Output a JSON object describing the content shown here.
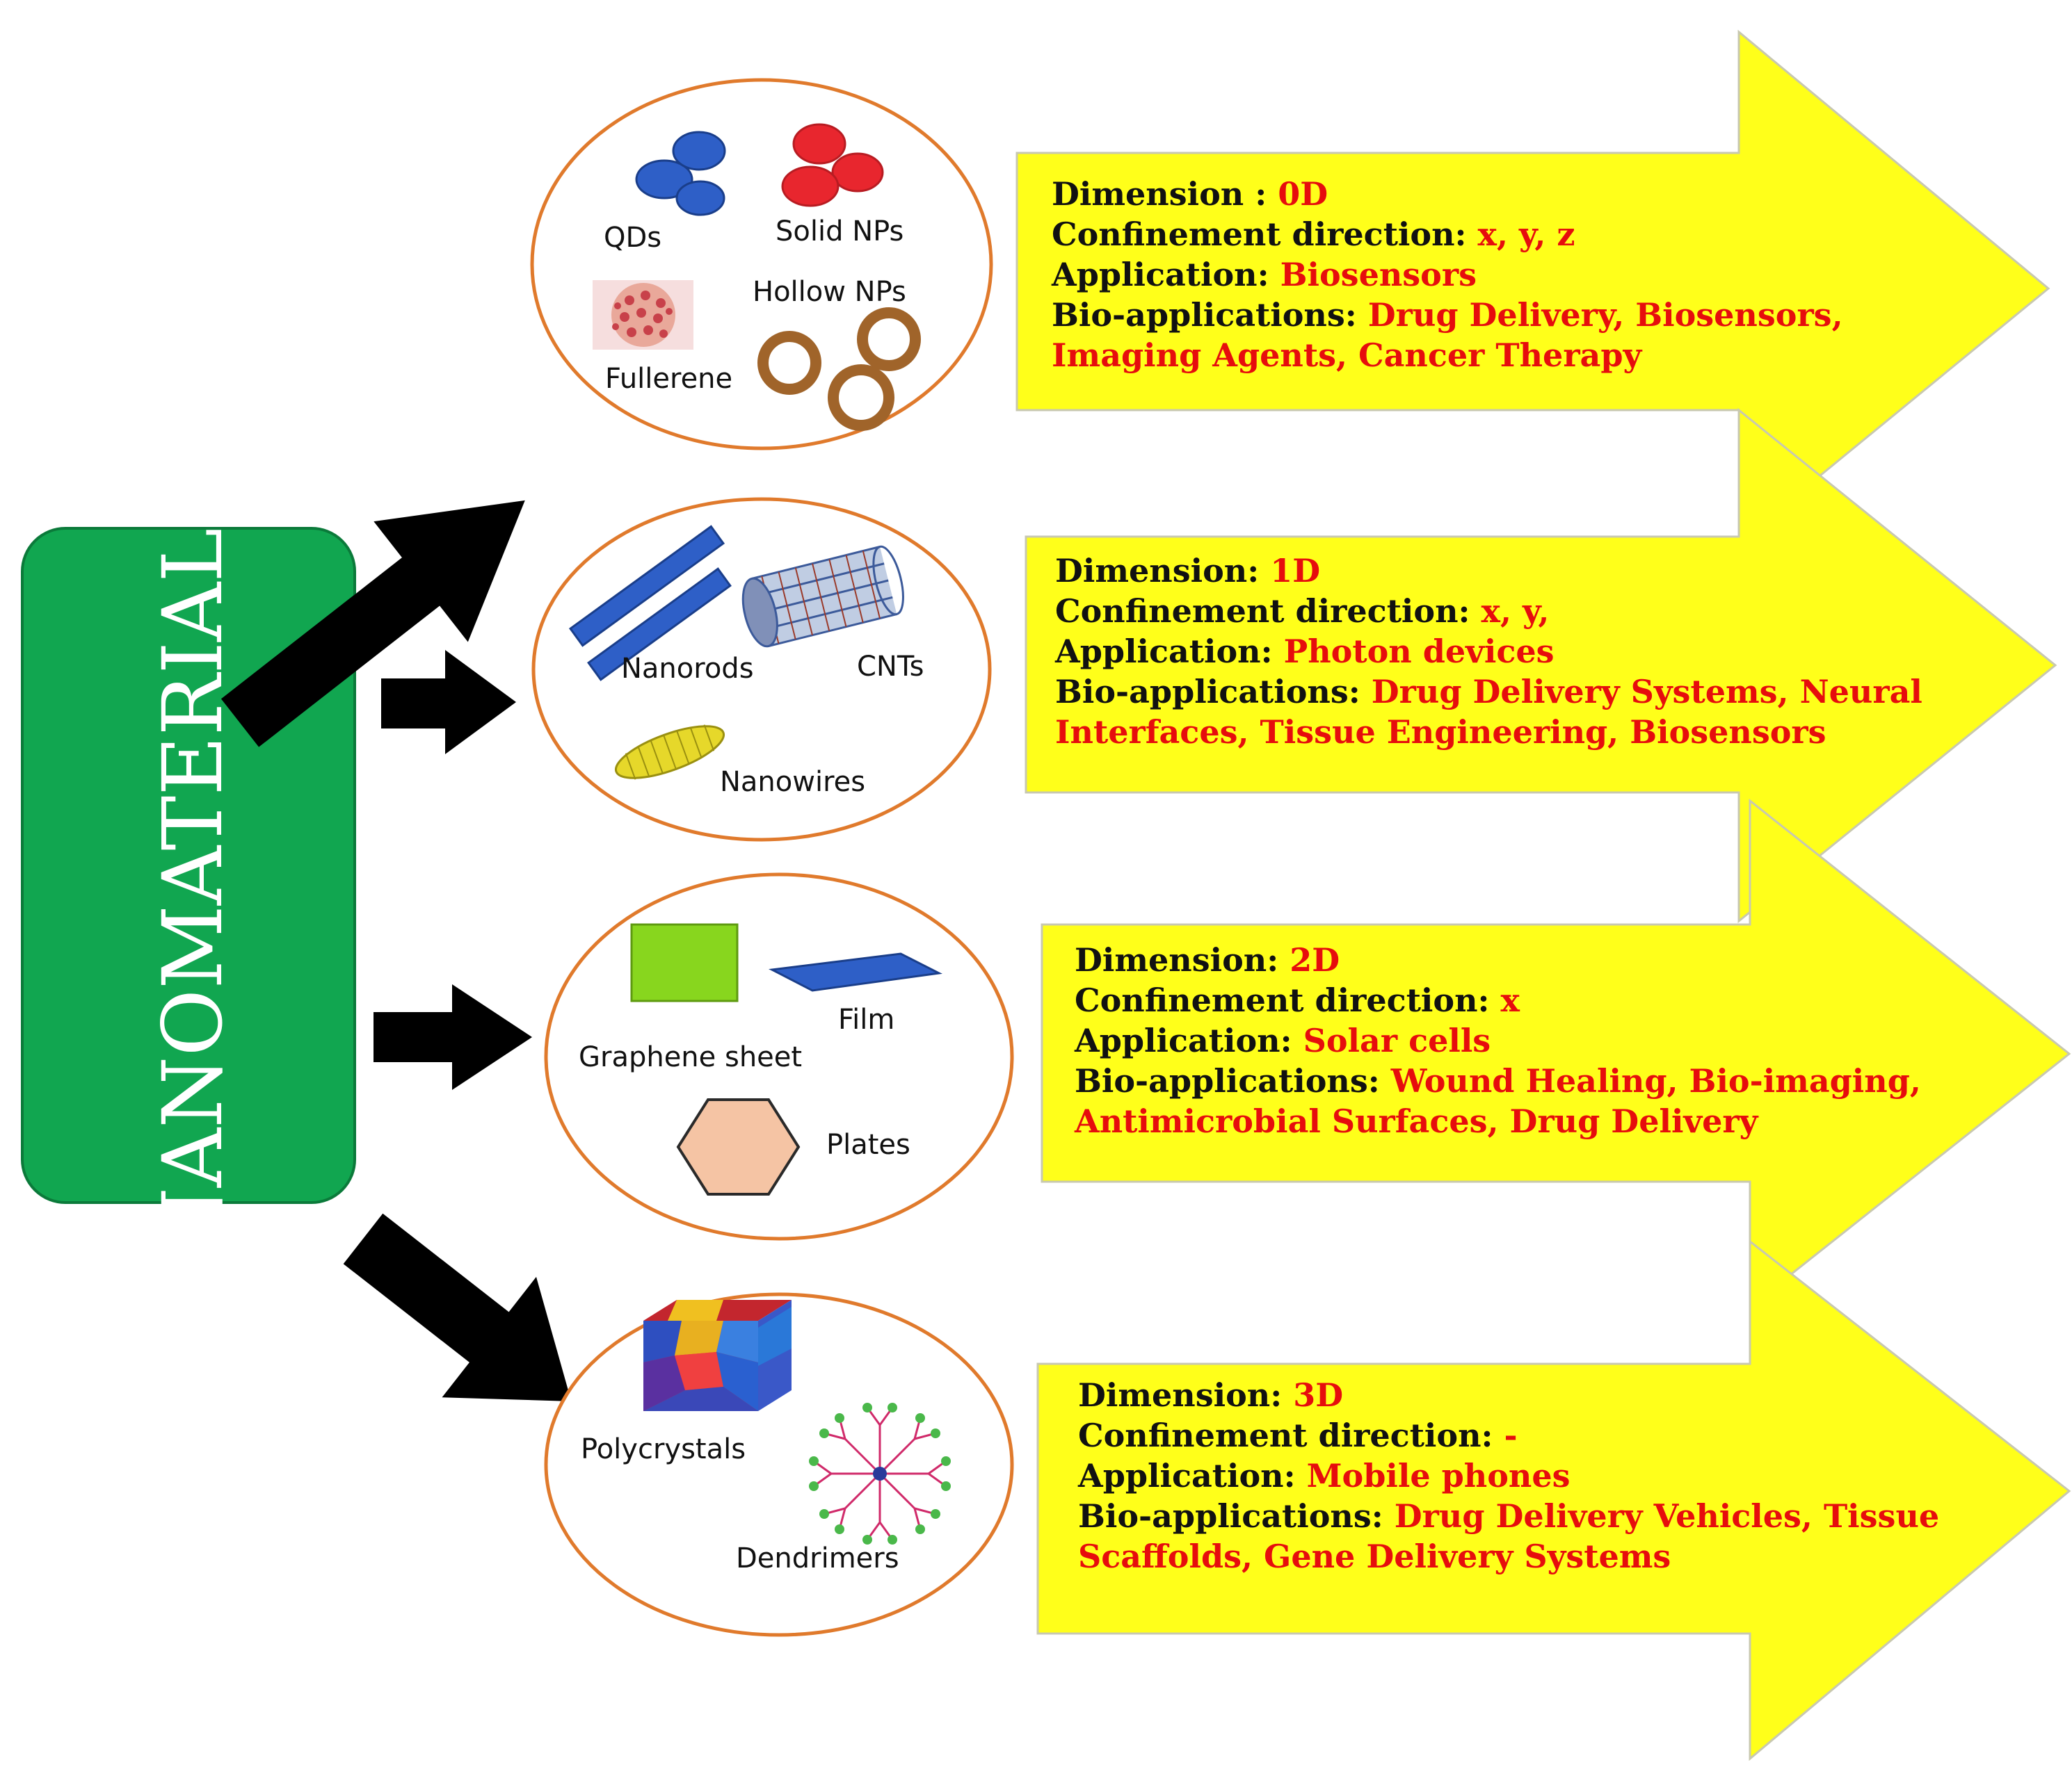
{
  "main_label": "NANOMATERIALS",
  "colors": {
    "green_box": "#11a650",
    "arrow_yellow": "#ffff1a",
    "circle_stroke": "#e07a2c",
    "value_red": "#e60d0d",
    "black": "#000000"
  },
  "field_labels": {
    "dimension_0d": "Dimension : ",
    "dimension": "Dimension: ",
    "confinement": "Confinement direction: ",
    "application": "Application: ",
    "bio": "Bio-applications: "
  },
  "rows": [
    {
      "dimension": "0D",
      "confinement": "x, y, z",
      "application": "Biosensors",
      "bio_line1": "Drug Delivery, Biosensors,",
      "bio_line2": "Imaging Agents, Cancer Therapy",
      "labels": [
        "QDs",
        "Solid NPs",
        "Hollow NPs",
        "Fullerene"
      ],
      "icons": [
        "blue-particles-icon",
        "red-particles-icon",
        "fullerene-icon",
        "hollow-rings-icon"
      ]
    },
    {
      "dimension": "1D",
      "confinement": "x, y,",
      "application": "Photon devices",
      "bio_line1": "Drug Delivery Systems, Neural",
      "bio_line2": "Interfaces, Tissue Engineering, Biosensors",
      "labels": [
        "Nanorods",
        "CNTs",
        "Nanowires"
      ],
      "icons": [
        "nanorods-icon",
        "nanotube-icon",
        "nanowire-icon"
      ]
    },
    {
      "dimension": "2D",
      "confinement": "x",
      "application": "Solar cells",
      "bio_line1": "Wound Healing, Bio-imaging,",
      "bio_line2": "Antimicrobial Surfaces, Drug Delivery",
      "labels": [
        "Film",
        "Graphene sheet",
        "Plates"
      ],
      "icons": [
        "graphene-sheet-icon",
        "film-icon",
        "hexagon-plate-icon"
      ]
    },
    {
      "dimension": "3D",
      "confinement": "-",
      "application": "Mobile phones",
      "bio_line1": "Drug Delivery Vehicles, Tissue",
      "bio_line2": "Scaffolds, Gene Delivery Systems",
      "labels": [
        "Polycrystals",
        "Dendrimers"
      ],
      "icons": [
        "polycrystal-cube-icon",
        "dendrimer-icon"
      ]
    }
  ]
}
